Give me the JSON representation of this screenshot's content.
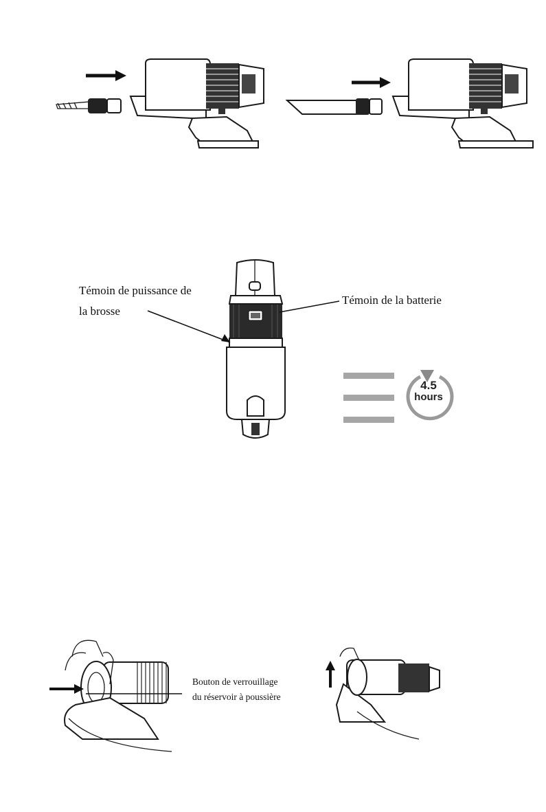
{
  "page": {
    "colors": {
      "line": "#1a1a1a",
      "grey_bars": "#a6a6a6",
      "grey_ring": "#9a9a9a"
    }
  },
  "figure_top": {
    "left": {
      "icon": "handheld-vacuum-with-crevice-brush"
    },
    "right": {
      "icon": "handheld-vacuum-with-extension-tube"
    }
  },
  "figure_middle": {
    "brush_indicator_label": "Témoin de puissance de la brosse",
    "brush_indicator_line1": "Témoin de puissance de",
    "brush_indicator_line2": "la brosse",
    "battery_indicator_label": "Témoin de la batterie",
    "charge": {
      "value": "4.5",
      "unit": "hours",
      "bars": 3,
      "icon": "charge-time-icon"
    }
  },
  "figure_bottom": {
    "lock_button_line1": "Bouton de verrouillage",
    "lock_button_line2": "du réservoir à poussière"
  }
}
